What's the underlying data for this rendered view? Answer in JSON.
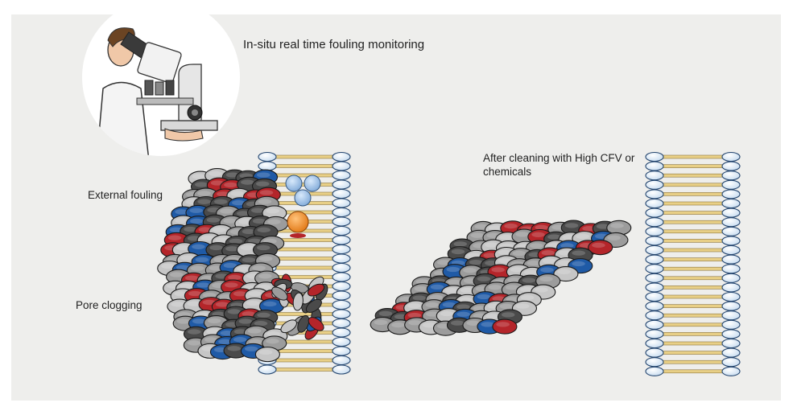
{
  "labels": {
    "title": "In-situ real time fouling monitoring",
    "external_fouling": "External fouling",
    "pore_clogging": "Pore clogging",
    "after_cleaning": "After cleaning with High CFV or chemicals"
  },
  "colors": {
    "background_panel": "#eeeeec",
    "membrane_head": "#d9e9f7",
    "membrane_head_stroke": "#24456e",
    "membrane_rod": "#e8cf86",
    "foulant_blue": "#1f5aa6",
    "foulant_red": "#b4252a",
    "foulant_dark": "#4a4a4a",
    "foulant_grey": "#9c9c9c",
    "foulant_light": "#c6c6c6",
    "pore_ball_blue": "#9ec3ea",
    "pore_ball_orange": "#ef8a23"
  },
  "icons": {
    "microscope": "scientist-with-microscope-icon"
  }
}
